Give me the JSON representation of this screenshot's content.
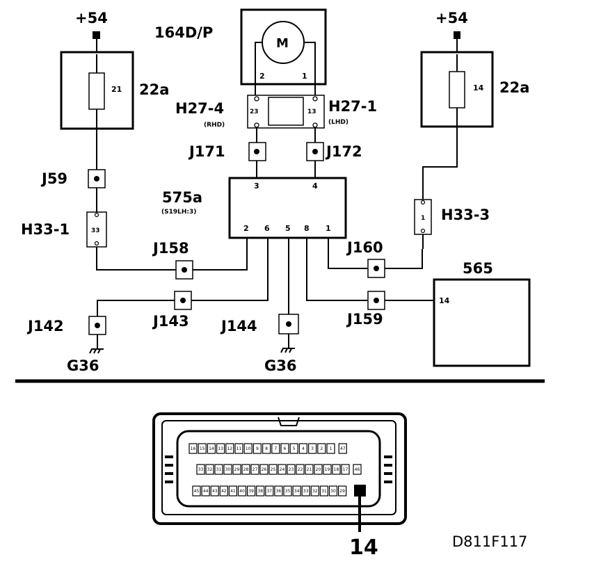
{
  "supplies": {
    "left": "+54",
    "right": "+54"
  },
  "fuses": {
    "left": {
      "pin": "21",
      "label": "22a"
    },
    "right": {
      "pin": "14",
      "label": "22a"
    }
  },
  "motor": {
    "label": "164D/P",
    "symbol": "M",
    "pin_left": "2",
    "pin_right": "1"
  },
  "connector_h27": {
    "left_label": "H27-4",
    "left_sub": "(RHD)",
    "left_pin": "23",
    "right_label": "H27-1",
    "right_sub": "(LHD)",
    "right_pin": "13"
  },
  "junctions": {
    "j59": "J59",
    "j171": "J171",
    "j172": "J172",
    "j158": "J158",
    "j160": "J160",
    "j142": "J142",
    "j143": "J143",
    "j144": "J144",
    "j159": "J159"
  },
  "connectors": {
    "h33_1": {
      "label": "H33-1",
      "pin": "33"
    },
    "h33_3": {
      "label": "H33-3",
      "pin": "1"
    }
  },
  "ecu": {
    "label": "575a",
    "sub": "(S19LH:3)",
    "top_pins": [
      "3",
      "4"
    ],
    "bottom_pins": [
      "2",
      "6",
      "5",
      "8",
      "1"
    ]
  },
  "module_565": {
    "label": "565",
    "pin": "14"
  },
  "grounds": {
    "left": "G36",
    "right": "G36"
  },
  "plug": {
    "row1": [
      "16",
      "15",
      "14",
      "13",
      "12",
      "11",
      "10",
      "9",
      "8",
      "7",
      "6",
      "5",
      "4",
      "3",
      "2",
      "1",
      "47"
    ],
    "row2": [
      "33",
      "32",
      "31",
      "30",
      "29",
      "28",
      "27",
      "26",
      "25",
      "24",
      "23",
      "22",
      "21",
      "20",
      "19",
      "18",
      "17",
      "46"
    ],
    "row3": [
      "45",
      "44",
      "43",
      "42",
      "41",
      "40",
      "39",
      "38",
      "37",
      "36",
      "35",
      "34",
      "33",
      "32",
      "31",
      "30",
      "29"
    ],
    "highlight_label": "14"
  },
  "diagram_code": "D811F117"
}
